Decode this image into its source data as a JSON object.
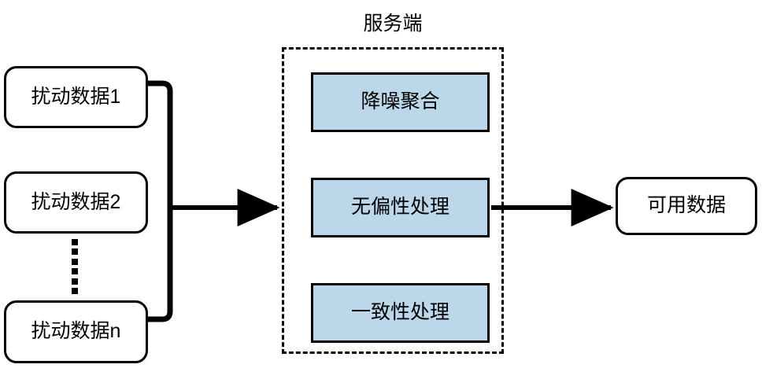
{
  "diagram": {
    "title_text": "服务端",
    "background_color": "#ffffff",
    "line_color": "#000000",
    "blue_fill_color": "#bcd6ea",
    "sources": [
      {
        "label": "扰动数据1"
      },
      {
        "label": "扰动数据2"
      },
      {
        "label": "扰动数据n"
      }
    ],
    "ellipsis": {
      "dot_count": 6
    },
    "server": {
      "label": "服务端",
      "stages": [
        {
          "label": "降噪聚合"
        },
        {
          "label": "无偏性处理"
        },
        {
          "label": "一致性处理"
        }
      ]
    },
    "output": {
      "label": "可用数据"
    },
    "connectors": [
      {
        "name": "sources-bus-to-server"
      },
      {
        "name": "server-to-output"
      }
    ]
  }
}
